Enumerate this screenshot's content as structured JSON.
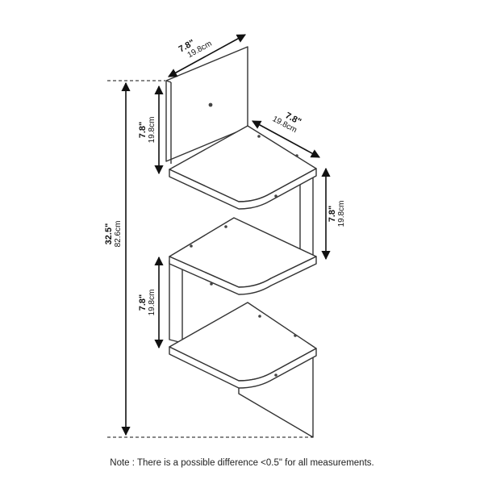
{
  "dimensions": {
    "back_width": {
      "inch": "7.8\"",
      "cm": "19.8cm"
    },
    "shelf_depth": {
      "inch": "7.8\"",
      "cm": "19.8cm"
    },
    "gap_upper_left": {
      "inch": "7.8\"",
      "cm": "19.8cm"
    },
    "gap_right": {
      "inch": "7.8\"",
      "cm": "19.8cm"
    },
    "gap_lower_left": {
      "inch": "7.8\"",
      "cm": "19.8cm"
    },
    "total_height": {
      "inch": "32.5\"",
      "cm": "82.6cm"
    }
  },
  "note": "Note : There is a possible difference <0.5\" for all measurements."
}
